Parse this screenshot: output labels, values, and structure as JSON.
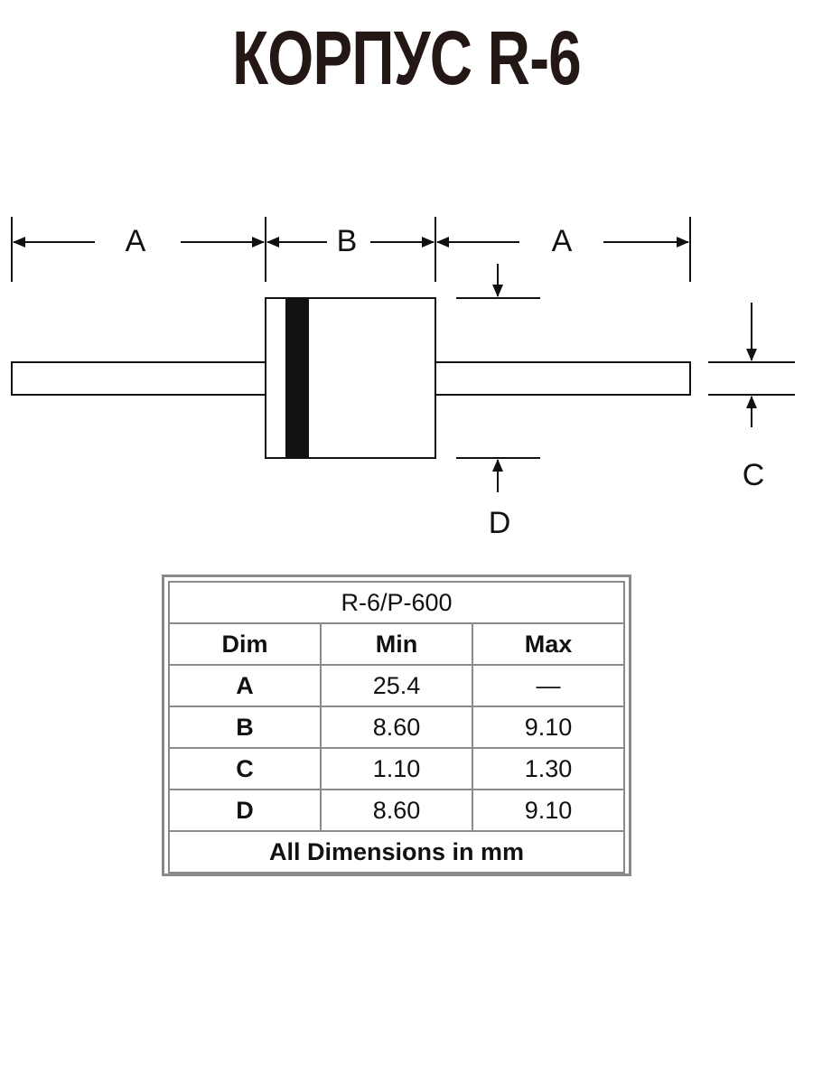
{
  "title": "КОРПУС R-6",
  "diagram": {
    "labels": {
      "a_left": "A",
      "b": "B",
      "a_right": "A",
      "c": "C",
      "d": "D"
    }
  },
  "table": {
    "caption": "R-6/P-600",
    "headers": [
      "Dim",
      "Min",
      "Max"
    ],
    "rows": [
      {
        "dim": "A",
        "min": "25.4",
        "max": "—"
      },
      {
        "dim": "B",
        "min": "8.60",
        "max": "9.10"
      },
      {
        "dim": "C",
        "min": "1.10",
        "max": "1.30"
      },
      {
        "dim": "D",
        "min": "8.60",
        "max": "9.10"
      }
    ],
    "footer": "All Dimensions in mm"
  }
}
